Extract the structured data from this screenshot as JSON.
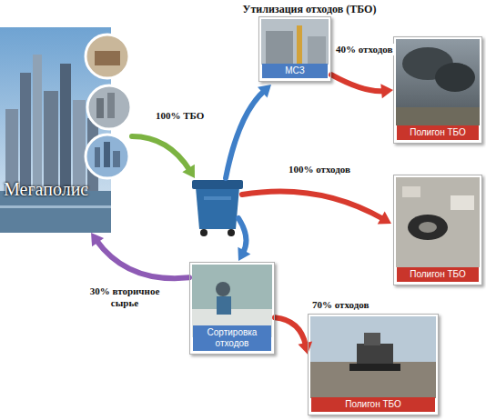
{
  "diagram": {
    "title": "Утилизация отходов (ТБО)",
    "nodes": [
      {
        "text": [
          "Мегаполис"
        ]
      },
      {
        "text": [
          "МСЗ"
        ]
      },
      {
        "text": [
          "Полигон ТБО"
        ]
      },
      {
        "text": [
          "Полигон ТБО"
        ]
      },
      {
        "text": [
          "Сортировка отходов"
        ]
      },
      {
        "text": [
          "Полигон ТБО"
        ]
      }
    ],
    "edges": [
      {
        "from": 1,
        "to": 2,
        "arrow": "to",
        "label": "40% отходов"
      },
      {
        "from": 4,
        "to": 5,
        "arrow": "to",
        "label": "70% отходов"
      },
      {
        "from": 4,
        "to": 0,
        "arrow": "to",
        "label": "30% вторичное сырье"
      }
    ],
    "labels": [
      "100% ТБО",
      "100% отходов"
    ]
  }
}
